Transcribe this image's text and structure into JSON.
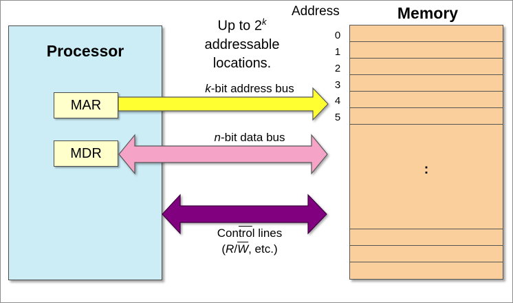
{
  "processor": {
    "title": "Processor",
    "registers": [
      {
        "label": "MAR"
      },
      {
        "label": "MDR"
      }
    ]
  },
  "memory": {
    "title": "Memory",
    "ellipsis": ":"
  },
  "address": {
    "header": "Address",
    "labels": [
      "0",
      "1",
      "2",
      "3",
      "4",
      "5"
    ]
  },
  "note": {
    "line1_prefix": "Up to 2",
    "line1_sup": "k",
    "line2": "addressable",
    "line3": "locations."
  },
  "buses": {
    "address": {
      "var": "k",
      "text": "-bit address bus"
    },
    "data": {
      "var": "n",
      "text": "-bit data bus"
    },
    "control": {
      "line1_prefix": "Con",
      "line1_overlined": "tro",
      "line1_suffix": "l lines",
      "line2_open": "(",
      "line2_r": "R",
      "line2_slash": "/",
      "line2_w": "W",
      "line2_rest": ", etc.)"
    }
  },
  "colors": {
    "processor_fill": "#ccecf6",
    "register_fill": "#ffffcc",
    "memory_fill": "#fbcf9c",
    "address_bus": "#ffff33",
    "data_bus": "#f5a3c7",
    "control_bus": "#800080"
  }
}
